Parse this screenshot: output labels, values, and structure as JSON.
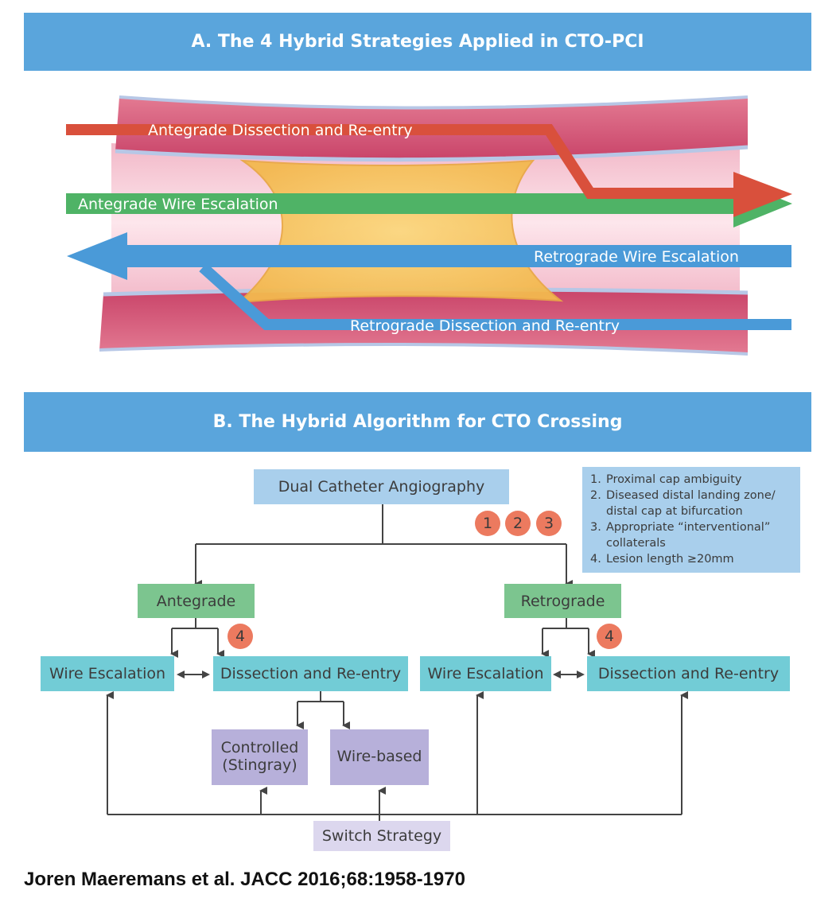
{
  "panel_a": {
    "title": "A. The 4 Hybrid Strategies Applied in CTO-PCI",
    "strategies": [
      "Antegrade Dissection and Re-entry",
      "Antegrade Wire Escalation",
      "Retrograde Wire Escalation",
      "Retrograde Dissection and Re-entry"
    ]
  },
  "panel_b": {
    "title": "B. The Hybrid Algorithm for CTO Crossing",
    "start": "Dual Catheter Angiography",
    "badges_top": [
      "1",
      "2",
      "3"
    ],
    "antegrade": "Antegrade",
    "retrograde": "Retrograde",
    "badge_four": "4",
    "wire_escalation": "Wire Escalation",
    "dissection_reentry": "Dissection and Re-entry",
    "controlled_line1": "Controlled",
    "controlled_line2": "(Stingray)",
    "wire_based": "Wire-based",
    "switch": "Switch Strategy",
    "notes": [
      {
        "n": "1.",
        "text": "Proximal cap ambiguity"
      },
      {
        "n": "2.",
        "text": "Diseased distal landing zone/ distal cap at bifurcation"
      },
      {
        "n": "3.",
        "text": "Appropriate “interventional” collaterals"
      },
      {
        "n": "4.",
        "text": "Lesion length ≥20mm"
      }
    ]
  },
  "citation": "Joren Maeremans et al. JACC 2016;68:1958-1970",
  "colors": {
    "banner": "#5aa5dc",
    "antegrade_dissection_arrow": "#d9503c",
    "antegrade_wire_arrow": "#4fb366",
    "retrograde_arrows": "#4a9ad8",
    "occlusion": "#f6c768",
    "vessel_wall": "#d95a7a"
  }
}
